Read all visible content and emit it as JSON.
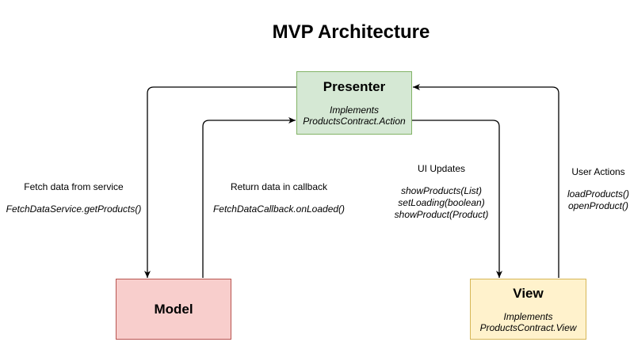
{
  "title": "MVP Architecture",
  "colors": {
    "edge": "#000000",
    "presenter_fill": "#d5e8d4",
    "presenter_stroke": "#82b366",
    "model_fill": "#f8cecc",
    "model_stroke": "#b85450",
    "view_fill": "#fff2cc",
    "view_stroke": "#d6b656"
  },
  "nodes": {
    "presenter": {
      "title": "Presenter",
      "implements": [
        "Implements",
        "ProductsContract.Action"
      ]
    },
    "model": {
      "title": "Model"
    },
    "view": {
      "title": "View",
      "implements": [
        "Implements",
        "ProductsContract.View"
      ]
    }
  },
  "edges": {
    "fetch_data": {
      "caption": "Fetch data from service",
      "methods": [
        "FetchDataService.getProducts()"
      ]
    },
    "return_data": {
      "caption": "Return data in callback",
      "methods": [
        "FetchDataCallback.onLoaded()"
      ]
    },
    "ui_updates": {
      "caption": "UI Updates",
      "methods": [
        "showProducts(List)",
        "setLoading(boolean)",
        "showProduct(Product)"
      ]
    },
    "user_actions": {
      "caption": "User Actions",
      "methods": [
        "loadProducts()",
        "openProduct()"
      ]
    }
  }
}
